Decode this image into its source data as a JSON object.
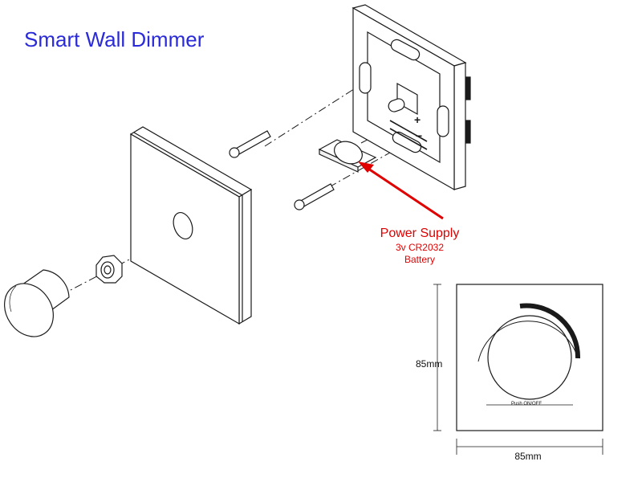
{
  "title": "Smart Wall Dimmer",
  "callout": {
    "title": "Power Supply",
    "line1": "3v CR2032",
    "line2": "Battery",
    "color": "#e00000"
  },
  "front_view": {
    "height_label": "85mm",
    "width_label": "85mm",
    "button_label": "Push ON/OFF"
  },
  "colors": {
    "title": "#2a2ad8",
    "callout": "#e00000",
    "line": "#1a1a1a"
  }
}
